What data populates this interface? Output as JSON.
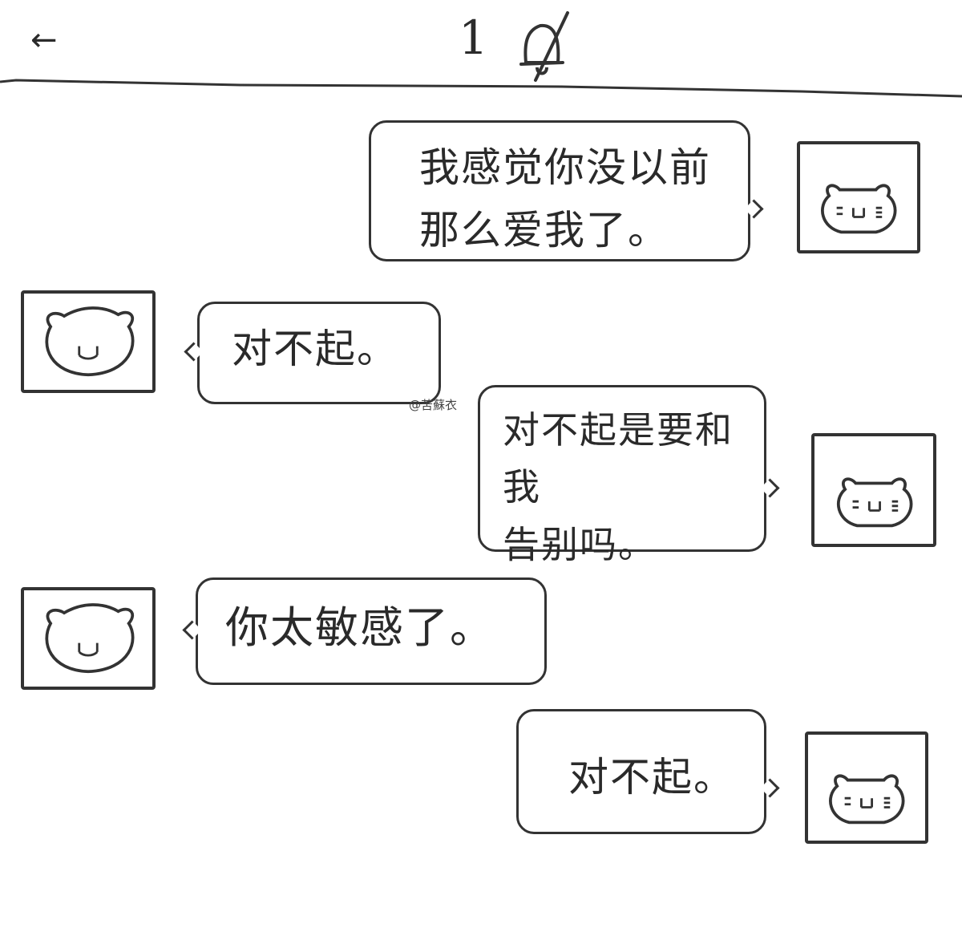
{
  "header": {
    "back_glyph": "←",
    "count": "1",
    "mute_icon": "bell-muted-icon"
  },
  "watermark": "@苦蘇衣",
  "messages": [
    {
      "side": "right",
      "text": "我感觉你没以前\n那么爱我了。",
      "avatar": "bear-face-icon"
    },
    {
      "side": "left",
      "text": "对不起。",
      "avatar": "dog-face-icon"
    },
    {
      "side": "right",
      "text": "对不起是要和我\n告别吗。",
      "avatar": "bear-face-icon"
    },
    {
      "side": "left",
      "text": "你太敏感了。",
      "avatar": "dog-face-icon"
    },
    {
      "side": "right",
      "text": "对不起。",
      "avatar": "bear-face-icon"
    }
  ]
}
